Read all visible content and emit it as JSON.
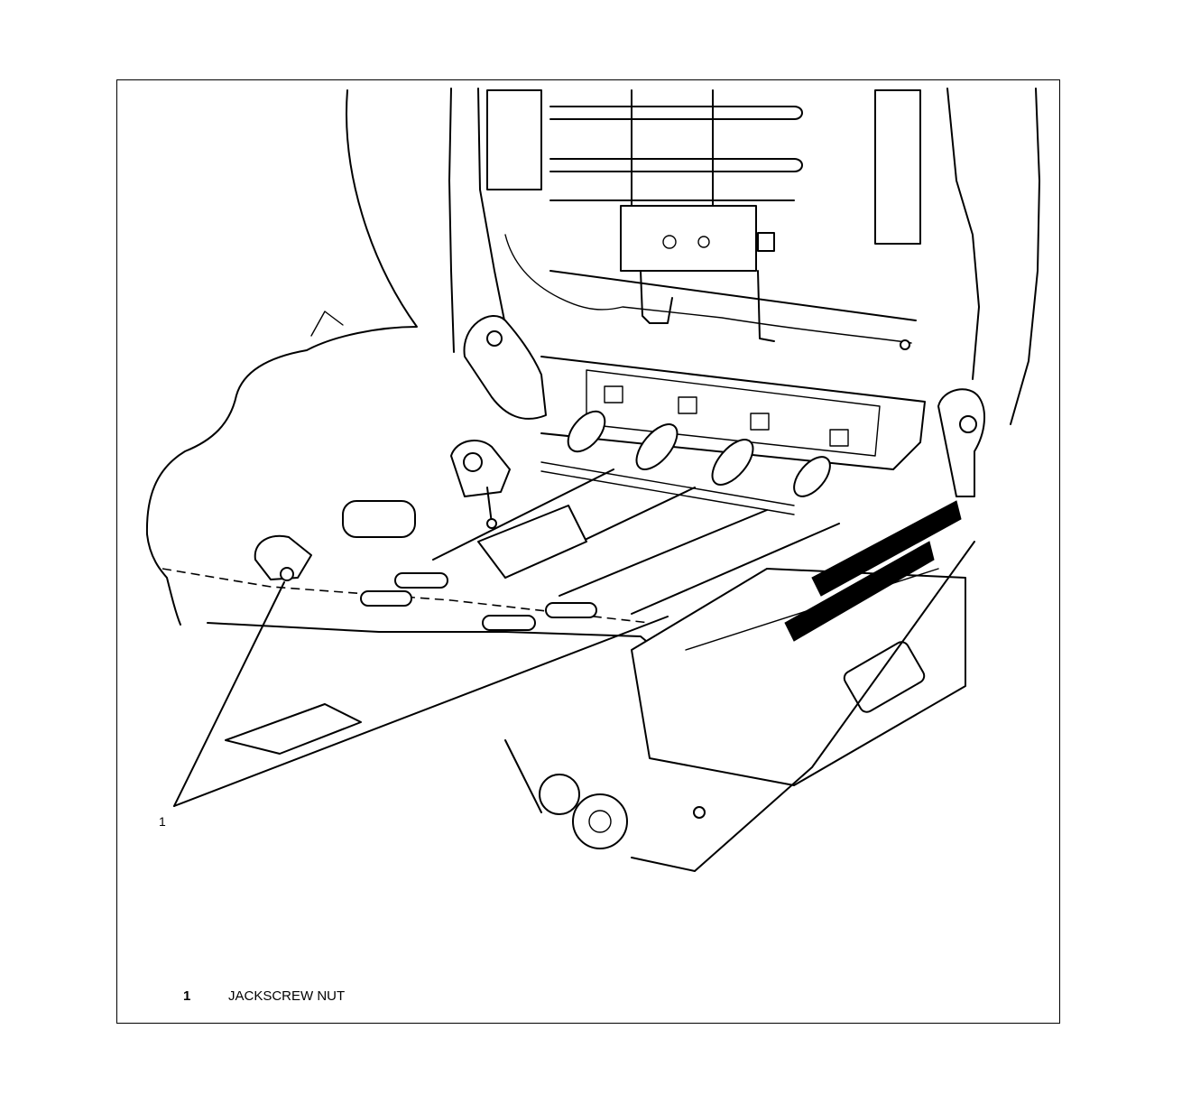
{
  "figure": {
    "callout_number": "1",
    "legend": [
      {
        "number": "1",
        "label": "JACKSCREW NUT"
      }
    ],
    "colors": {
      "line": "#000000",
      "background": "#ffffff"
    }
  }
}
